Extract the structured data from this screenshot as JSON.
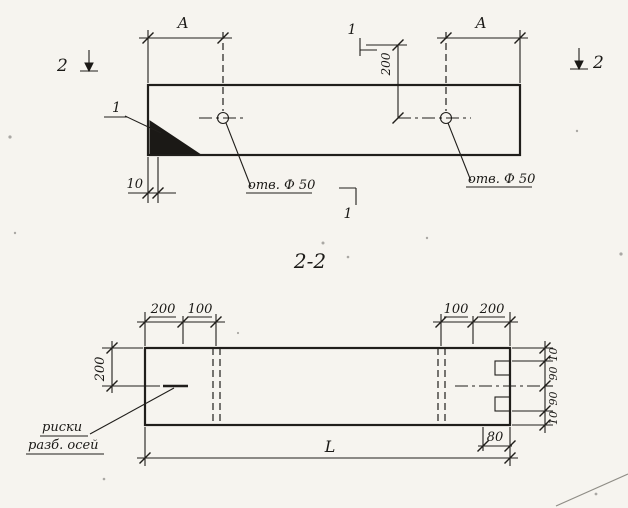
{
  "drawing": {
    "kind": "reinforced-concrete-element-drawing",
    "language": "ru"
  },
  "colors": {
    "ink": "#201e1b",
    "paper": "#f6f4ef"
  },
  "plan_view": {
    "dim_a_left": "A",
    "dim_a_right": "A",
    "section_mark_left": "2",
    "section_mark_right": "2",
    "section_mark_top": "1",
    "section_mark_bottom": "1",
    "detail_label": "1",
    "dim_hole_offset": "200",
    "dim_edge": "10",
    "hole_label_left": "отв. Ф 50",
    "hole_label_right": "отв. Ф 50"
  },
  "section_view": {
    "title": "2-2",
    "top_dims_left": [
      "200",
      "100"
    ],
    "top_dims_right": [
      "100",
      "200"
    ],
    "dim_height": "200",
    "axis_marks_label": [
      "риски",
      "разб. осей"
    ],
    "dim_length": "L",
    "dim_80": "80",
    "right_dims": [
      "10",
      "90",
      "90",
      "10"
    ]
  }
}
